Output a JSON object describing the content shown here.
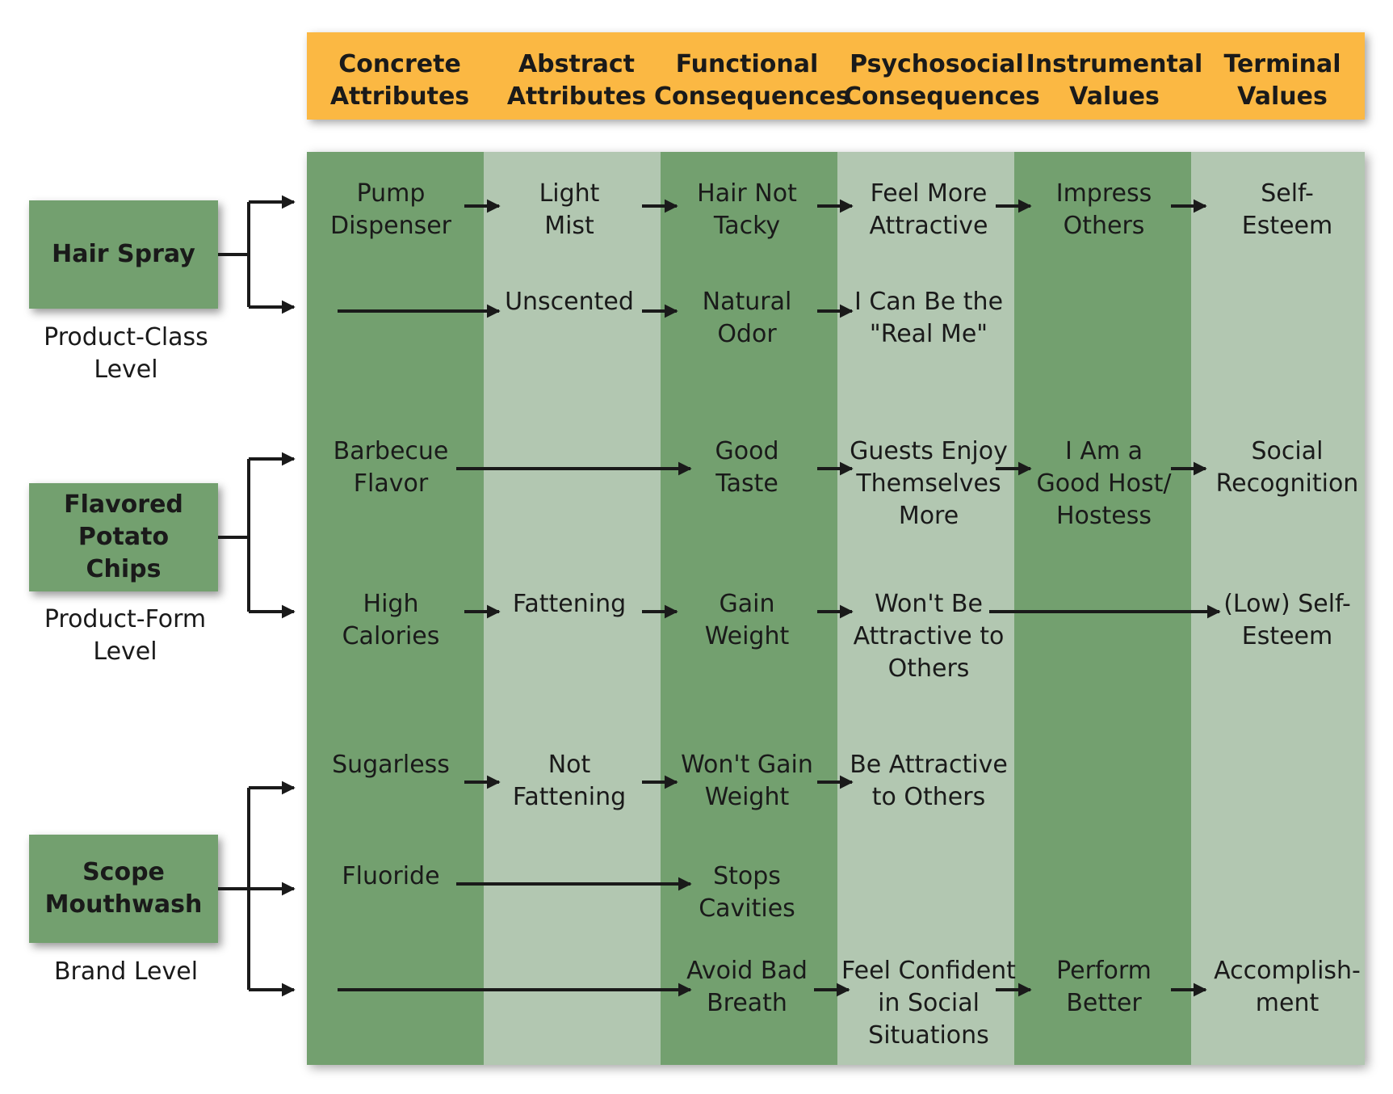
{
  "headers": [
    "Concrete\nAttributes",
    "Abstract\nAttributes",
    "Functional\nConsequences",
    "Psychosocial\nConsequences",
    "Instrumental\nValues",
    "Terminal\nValues"
  ],
  "products": [
    {
      "name": "Hair Spray",
      "level": "Product-Class\nLevel"
    },
    {
      "name": "Flavored\nPotato\nChips",
      "level": "Product-Form\nLevel"
    },
    {
      "name": "Scope\nMouthwash",
      "level": "Brand Level"
    }
  ],
  "rows": [
    {
      "cells": [
        "Pump\nDispenser",
        "Light\nMist",
        "Hair Not\nTacky",
        "Feel More\nAttractive",
        "Impress\nOthers",
        "Self-\nEsteem"
      ]
    },
    {
      "cells": [
        "",
        "Unscented",
        "Natural\nOdor",
        "I Can Be the\n\"Real Me\"",
        "",
        ""
      ]
    },
    {
      "cells": [
        "Barbecue\nFlavor",
        "",
        "Good\nTaste",
        "Guests Enjoy\nThemselves\nMore",
        "I Am a\nGood Host/\nHostess",
        "Social\nRecognition"
      ]
    },
    {
      "cells": [
        "High\nCalories",
        "Fattening",
        "Gain\nWeight",
        "Won't Be\nAttractive to\nOthers",
        "",
        "(Low) Self-\nEsteem"
      ]
    },
    {
      "cells": [
        "Sugarless",
        "Not\nFattening",
        "Won't Gain\nWeight",
        "Be Attractive\nto Others",
        "",
        ""
      ]
    },
    {
      "cells": [
        "Fluoride",
        "",
        "Stops\nCavities",
        "",
        "",
        ""
      ]
    },
    {
      "cells": [
        "",
        "",
        "Avoid Bad\nBreath",
        "Feel Confident\nin Social\nSituations",
        "Perform\nBetter",
        "Accomplish-\nment"
      ]
    }
  ],
  "colors": {
    "header": "#fbb843",
    "dark_column": "#73a06f",
    "light_column": "#b2c7b1",
    "arrow": "#1a1a1a"
  }
}
